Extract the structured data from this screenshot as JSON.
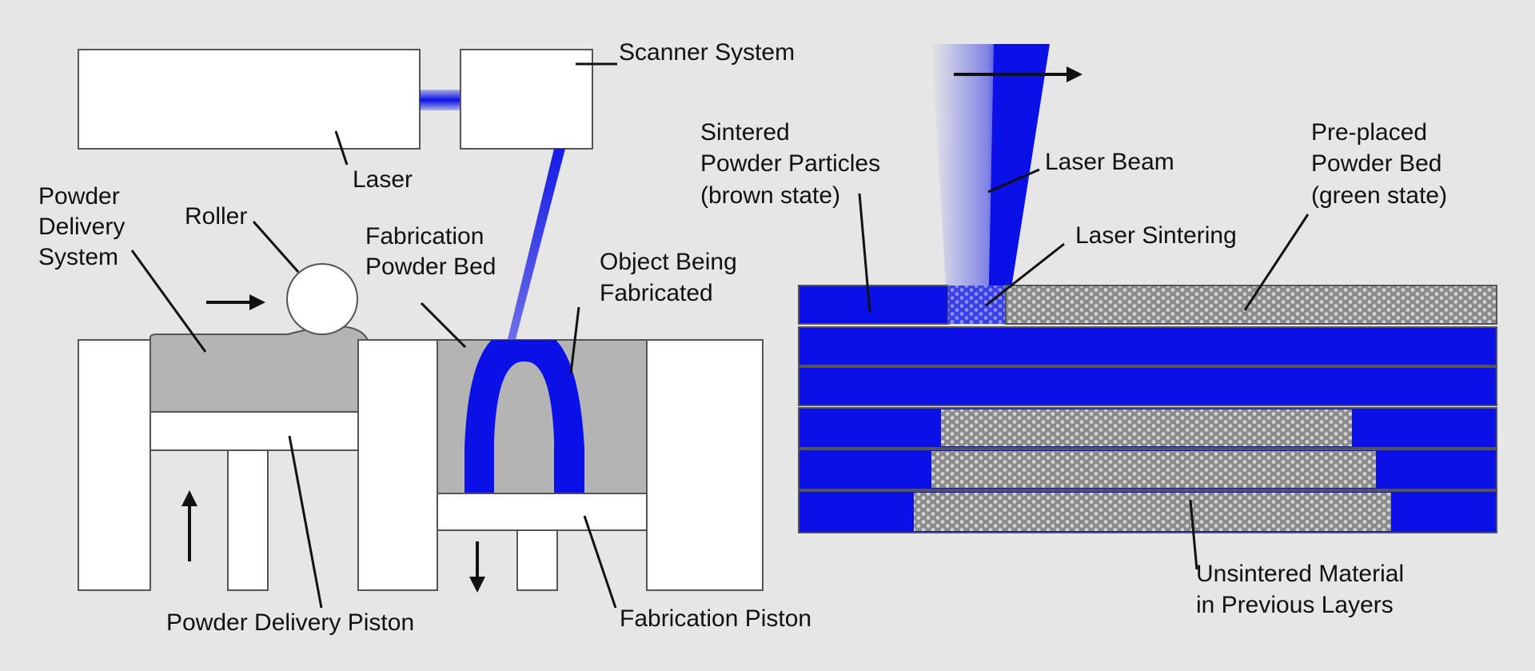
{
  "labels": {
    "scanner_system": "Scanner System",
    "laser": "Laser",
    "powder_delivery_system": [
      "Powder",
      "Delivery",
      "System"
    ],
    "roller": "Roller",
    "fabrication_powder_bed": [
      "Fabrication",
      "Powder Bed"
    ],
    "object_being_fabricated": [
      "Object Being",
      "Fabricated"
    ],
    "powder_delivery_piston": "Powder Delivery Piston",
    "fabrication_piston": "Fabrication Piston",
    "sintered_powder_particles": [
      "Sintered",
      "Powder Particles",
      "(brown state)"
    ],
    "laser_beam": "Laser Beam",
    "laser_sintering": "Laser Sintering",
    "pre_placed_powder_bed": [
      "Pre-placed",
      "Powder Bed",
      "(green state)"
    ],
    "unsintered_material": [
      "Unsintered Material",
      "in Previous Layers"
    ]
  },
  "colors": {
    "background": "#e6e6e6",
    "sintered_blue": "#0a10e6",
    "powder_gray": "#b4b4b4",
    "structure_white": "#ffffff",
    "outline": "#555555"
  },
  "icons": [
    "arrow-right-icon",
    "arrow-up-icon",
    "arrow-down-icon"
  ]
}
